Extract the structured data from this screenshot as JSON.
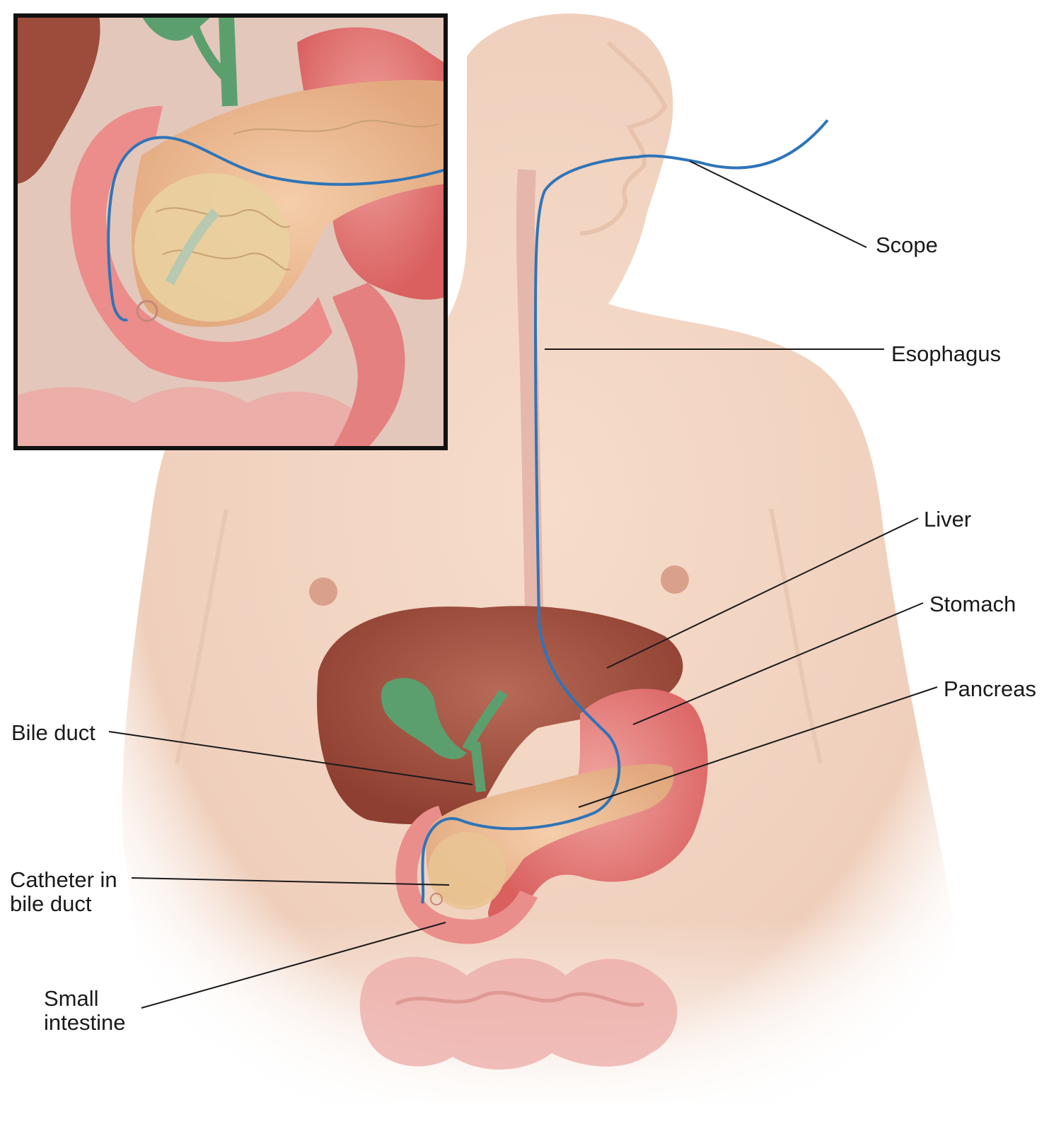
{
  "labels": {
    "scope": "Scope",
    "esophagus": "Esophagus",
    "liver": "Liver",
    "stomach": "Stomach",
    "pancreas": "Pancreas",
    "bile_duct": "Bile duct",
    "catheter_line1": "Catheter in",
    "catheter_line2": "bile duct",
    "small_line1": "Small",
    "small_line2": "intestine"
  },
  "colors": {
    "skin": "#f2d3c1",
    "liver": "#a2503f",
    "stomach": "#e3777a",
    "pancreas": "#eebd93",
    "gallbladder": "#5c9f6e",
    "intestine": "#ecaaa6",
    "scope": "#2f74b8",
    "leader": "#1a1a1a"
  }
}
